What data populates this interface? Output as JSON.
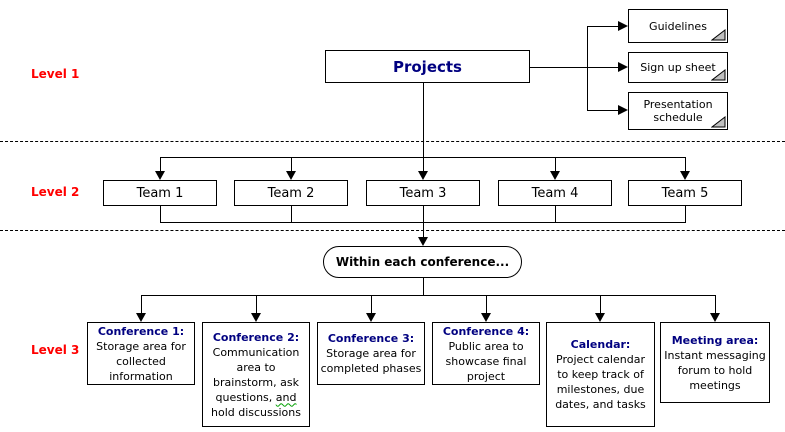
{
  "diagram": {
    "levels": [
      {
        "label": "Level 1"
      },
      {
        "label": "Level 2"
      },
      {
        "label": "Level 3"
      }
    ],
    "root": {
      "label": "Projects"
    },
    "notes": [
      {
        "label": "Guidelines"
      },
      {
        "label": "Sign up sheet"
      },
      {
        "label": "Presentation schedule"
      }
    ],
    "teams": [
      {
        "label": "Team 1"
      },
      {
        "label": "Team 2"
      },
      {
        "label": "Team 3"
      },
      {
        "label": "Team 4"
      },
      {
        "label": "Team 5"
      }
    ],
    "conference_intro": {
      "label": "Within each conference..."
    },
    "areas": [
      {
        "title": "Conference 1:",
        "body": "Storage area for collected information"
      },
      {
        "title": "Conference 2:",
        "body_before": "Communication area to brainstorm, ask questions,",
        "body_flagged": "and",
        "body_after": "hold discussions"
      },
      {
        "title": "Conference 3:",
        "body": "Storage area for completed phases"
      },
      {
        "title": "Conference 4:",
        "body": "Public area to showcase final project"
      },
      {
        "title": "Calendar:",
        "body": "Project calendar to keep track of milestones, due dates, and tasks"
      },
      {
        "title": "Meeting area:",
        "body": "Instant messaging forum to hold meetings"
      }
    ],
    "colors": {
      "heading_navy": "#000080",
      "level_label_red": "#ff0000",
      "line_black": "#000000",
      "page_fold_gray": "#c0c0c0",
      "grammar_squiggle_green": "#00a000"
    }
  }
}
